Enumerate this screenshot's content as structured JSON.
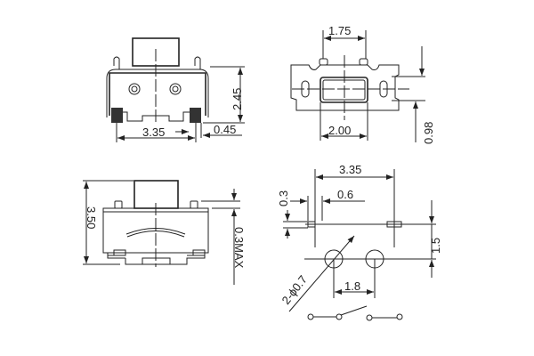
{
  "colors": {
    "line": "#222222",
    "pad": "#333333",
    "background": "#ffffff"
  },
  "front_view": {
    "height_dim": "2.45",
    "pad_pitch_dim": "3.35",
    "pad_width_dim": "0.45"
  },
  "top_view": {
    "pin_pitch_dim": "1.75",
    "button_width_dim": "2.00",
    "offset_dim": "0.98"
  },
  "side_view": {
    "total_height_dim": "3.50",
    "protrusion_dim": "0.3MAX"
  },
  "pcb_layout": {
    "pad_pitch_dim": "3.35",
    "pad_width_dim": "0.6",
    "pad_height_dim": "0.3",
    "row_spacing_dim": "1.5",
    "hole_spacing_dim": "1.8",
    "hole_dim": "2-ϕ0.7"
  }
}
